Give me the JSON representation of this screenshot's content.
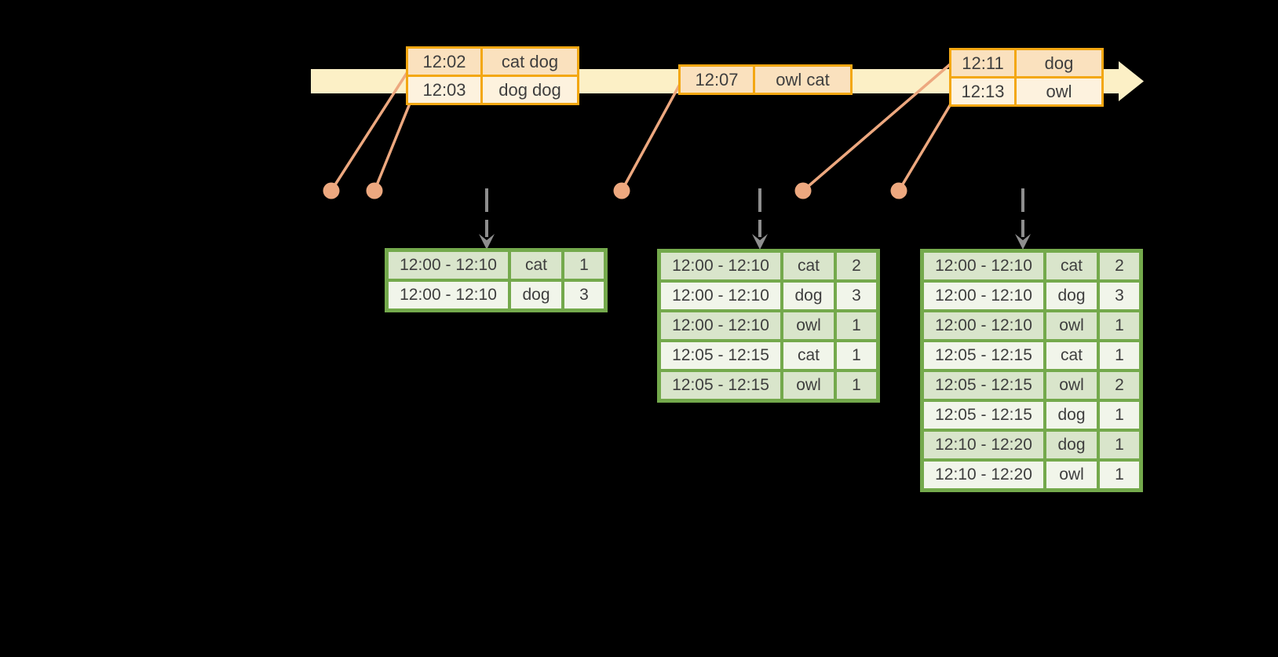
{
  "colors": {
    "background": "#000000",
    "timeline_fill": "#FCF0C6",
    "event_border": "#F3A712",
    "event_row_dark": "#FAE1BE",
    "event_row_light": "#FDF2DE",
    "marker": "#EDA87F",
    "trigger_arrow": "#8E8E8E",
    "result_border": "#74A94C",
    "result_row_dark": "#D9E5CB",
    "result_row_light": "#F1F5EA",
    "text": "#3E3E3E"
  },
  "event_tables": [
    {
      "rows": [
        {
          "time": "12:02",
          "words": "cat dog"
        },
        {
          "time": "12:03",
          "words": "dog dog"
        }
      ]
    },
    {
      "rows": [
        {
          "time": "12:07",
          "words": "owl cat"
        }
      ]
    },
    {
      "rows": [
        {
          "time": "12:11",
          "words": "dog"
        },
        {
          "time": "12:13",
          "words": "owl"
        }
      ]
    }
  ],
  "result_tables": [
    {
      "rows": [
        {
          "window": "12:00 - 12:10",
          "word": "cat",
          "count": "1"
        },
        {
          "window": "12:00 - 12:10",
          "word": "dog",
          "count": "3"
        }
      ]
    },
    {
      "rows": [
        {
          "window": "12:00 - 12:10",
          "word": "cat",
          "count": "2"
        },
        {
          "window": "12:00 - 12:10",
          "word": "dog",
          "count": "3"
        },
        {
          "window": "12:00 - 12:10",
          "word": "owl",
          "count": "1"
        },
        {
          "window": "12:05 - 12:15",
          "word": "cat",
          "count": "1"
        },
        {
          "window": "12:05 - 12:15",
          "word": "owl",
          "count": "1"
        }
      ]
    },
    {
      "rows": [
        {
          "window": "12:00 - 12:10",
          "word": "cat",
          "count": "2"
        },
        {
          "window": "12:00 - 12:10",
          "word": "dog",
          "count": "3"
        },
        {
          "window": "12:00 - 12:10",
          "word": "owl",
          "count": "1"
        },
        {
          "window": "12:05 - 12:15",
          "word": "cat",
          "count": "1"
        },
        {
          "window": "12:05 - 12:15",
          "word": "owl",
          "count": "2"
        },
        {
          "window": "12:05 - 12:15",
          "word": "dog",
          "count": "1"
        },
        {
          "window": "12:10 - 12:20",
          "word": "dog",
          "count": "1"
        },
        {
          "window": "12:10 - 12:20",
          "word": "owl",
          "count": "1"
        }
      ]
    }
  ]
}
